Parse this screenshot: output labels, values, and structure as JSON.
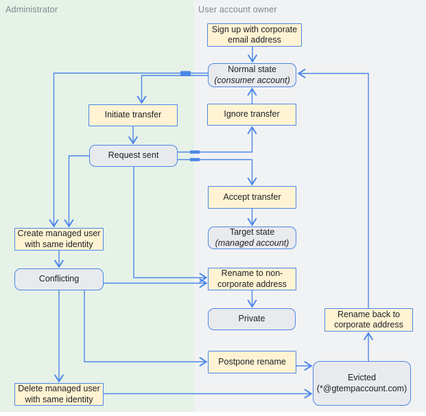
{
  "lanes": {
    "admin": {
      "label": "Administrator"
    },
    "owner": {
      "label": "User account owner"
    }
  },
  "nodes": {
    "signup": {
      "label": "Sign up with corporate\nemail address"
    },
    "normal": {
      "label": "Normal state",
      "sublabel": "(consumer account)"
    },
    "initiate": {
      "label": "Initiate transfer"
    },
    "ignore": {
      "label": "Ignore transfer"
    },
    "request": {
      "label": "Request sent"
    },
    "accept": {
      "label": "Accept transfer"
    },
    "target": {
      "label": "Target state",
      "sublabel": "(managed account)"
    },
    "create": {
      "label": "Create managed user\nwith same identity"
    },
    "conflicting": {
      "label": "Conflicting"
    },
    "rename_non": {
      "label": "Rename to non-\ncorporate address"
    },
    "private": {
      "label": "Private"
    },
    "rename_back": {
      "label": "Rename back to\ncorporate address"
    },
    "postpone": {
      "label": "Postpone rename"
    },
    "evicted": {
      "label": "Evicted",
      "sublabel": "(*@gtempaccount.com)"
    },
    "delete": {
      "label": "Delete managed user\nwith same identity"
    }
  },
  "colors": {
    "lane_admin_bg": "#e6f2e7",
    "lane_owner_bg": "#f1f2f3",
    "action_fill": "#fff3d3",
    "state_fill": "#e8eaed",
    "stroke": "#4a86e8",
    "text": "#202124",
    "lane_label": "#7f868c"
  }
}
